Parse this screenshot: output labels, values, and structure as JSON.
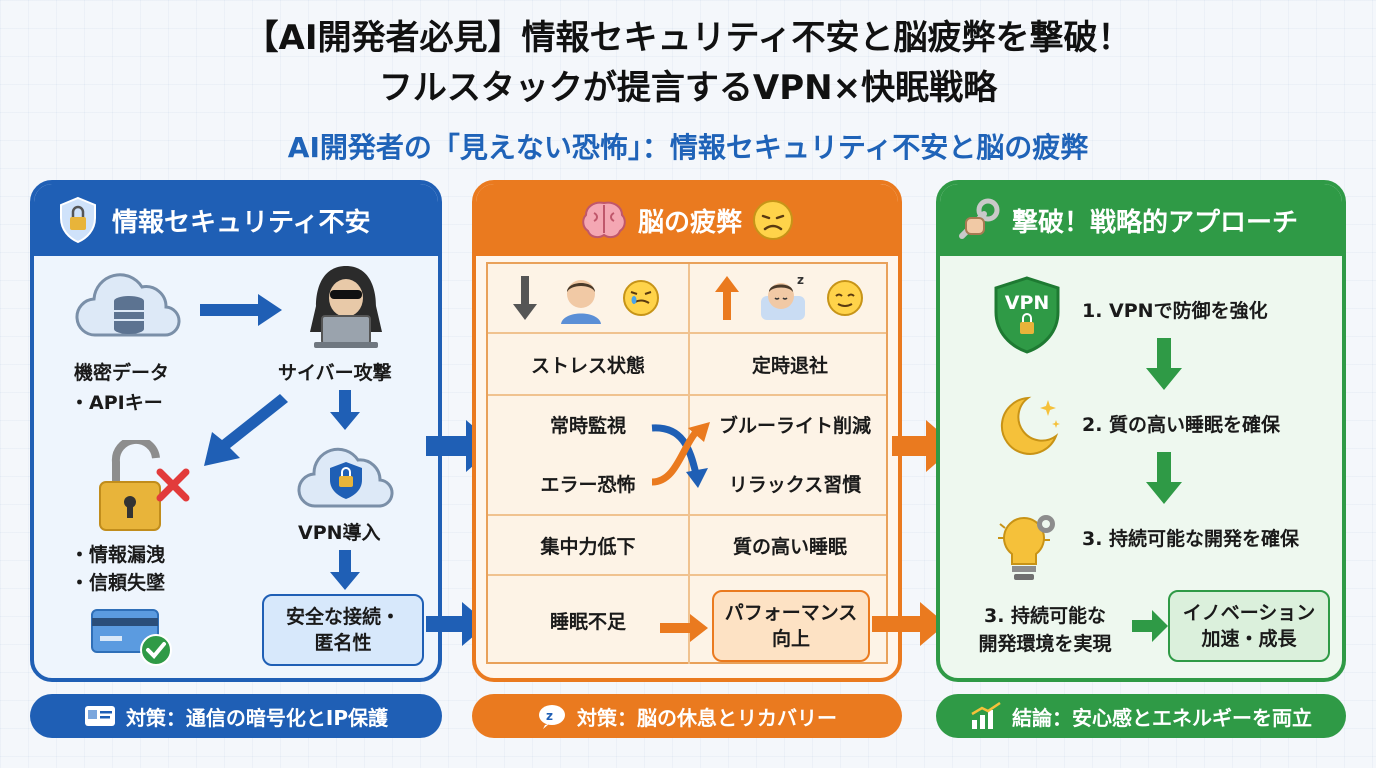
{
  "header": {
    "title_line1": "【AI開発者必見】情報セキュリティ不安と脳疲弊を撃破！",
    "title_line2": "フルスタックが提言するVPN×快眠戦略",
    "subtitle": "AI開発者の「見えない恐怖」：情報セキュリティ不安と脳の疲弊"
  },
  "security_panel": {
    "title": "情報セキュリティ不安",
    "data_label_1": "機密データ",
    "data_label_2": "・APIキー",
    "attack_label": "サイバー攻撃",
    "leak_label_1": "・情報漏洩",
    "leak_label_2": "・信頼失墜",
    "vpn_label": "VPN導入",
    "safe_box_1": "安全な接続・",
    "safe_box_2": "匿名性",
    "footer": "対策：通信の暗号化とIP保護"
  },
  "fatigue_panel": {
    "title": "脳の疲弊",
    "left_col": [
      "ストレス状態",
      "常時監視",
      "エラー恐怖",
      "集中力低下",
      "睡眠不足"
    ],
    "right_col": [
      "定時退社",
      "ブルーライト削減",
      "リラックス習慣",
      "質の高い睡眠"
    ],
    "result_1": "パフォーマンス",
    "result_2": "向上",
    "footer": "対策：脳の休息とリカバリー"
  },
  "strategy_panel": {
    "title": "撃破！戦略的アプローチ",
    "vpn_badge": "VPN",
    "steps": [
      "1. VPNで防御を強化",
      "2. 質の高い睡眠を確保",
      "3. 持続可能な開発を確保"
    ],
    "env_1": "3. 持続可能な",
    "env_2": "開発環境を実現",
    "innov_1": "イノベーション",
    "innov_2": "加速・成長",
    "footer": "結論：安心感とエネルギーを両立"
  },
  "colors": {
    "blue": "#1f5fb5",
    "orange": "#ea7a1f",
    "green": "#2f9a46"
  }
}
